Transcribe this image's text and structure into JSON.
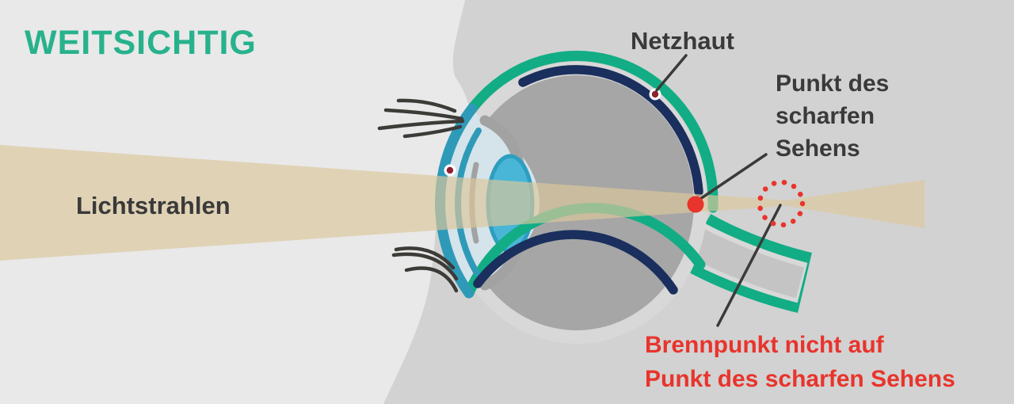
{
  "title": "WEITSICHTIG",
  "labels": {
    "light_rays": "Lichtstrahlen",
    "retina": "Netzhaut",
    "sharp_point_line1": "Punkt des",
    "sharp_point_line2": "scharfen",
    "sharp_point_line3": "Sehens",
    "focal_warning_line1": "Brennpunkt nicht auf",
    "focal_warning_line2": "Punkt des scharfen Sehens"
  },
  "colors": {
    "title_teal": "#27b28c",
    "label_dark": "#3a3a3a",
    "warning_red": "#e8342c",
    "sclera_ring_teal": "#12ad85",
    "cornea_blue": "#2e9ab8",
    "retina_navy": "#1a2f5e",
    "lens_cyan": "#49b6d7",
    "anterior_chamber": "#d5e3ea",
    "eye_interior_gray": "#a6a6a6",
    "light_beam_tan": "#e4d6b2",
    "background_light": "#e9e9e9",
    "background_medium": "#d2d2d2",
    "marker_dark_red": "#8e2130"
  },
  "markers": {
    "sharp_vision_point": "red filled dot on retina",
    "focal_point": "red dotted circle behind eye"
  }
}
